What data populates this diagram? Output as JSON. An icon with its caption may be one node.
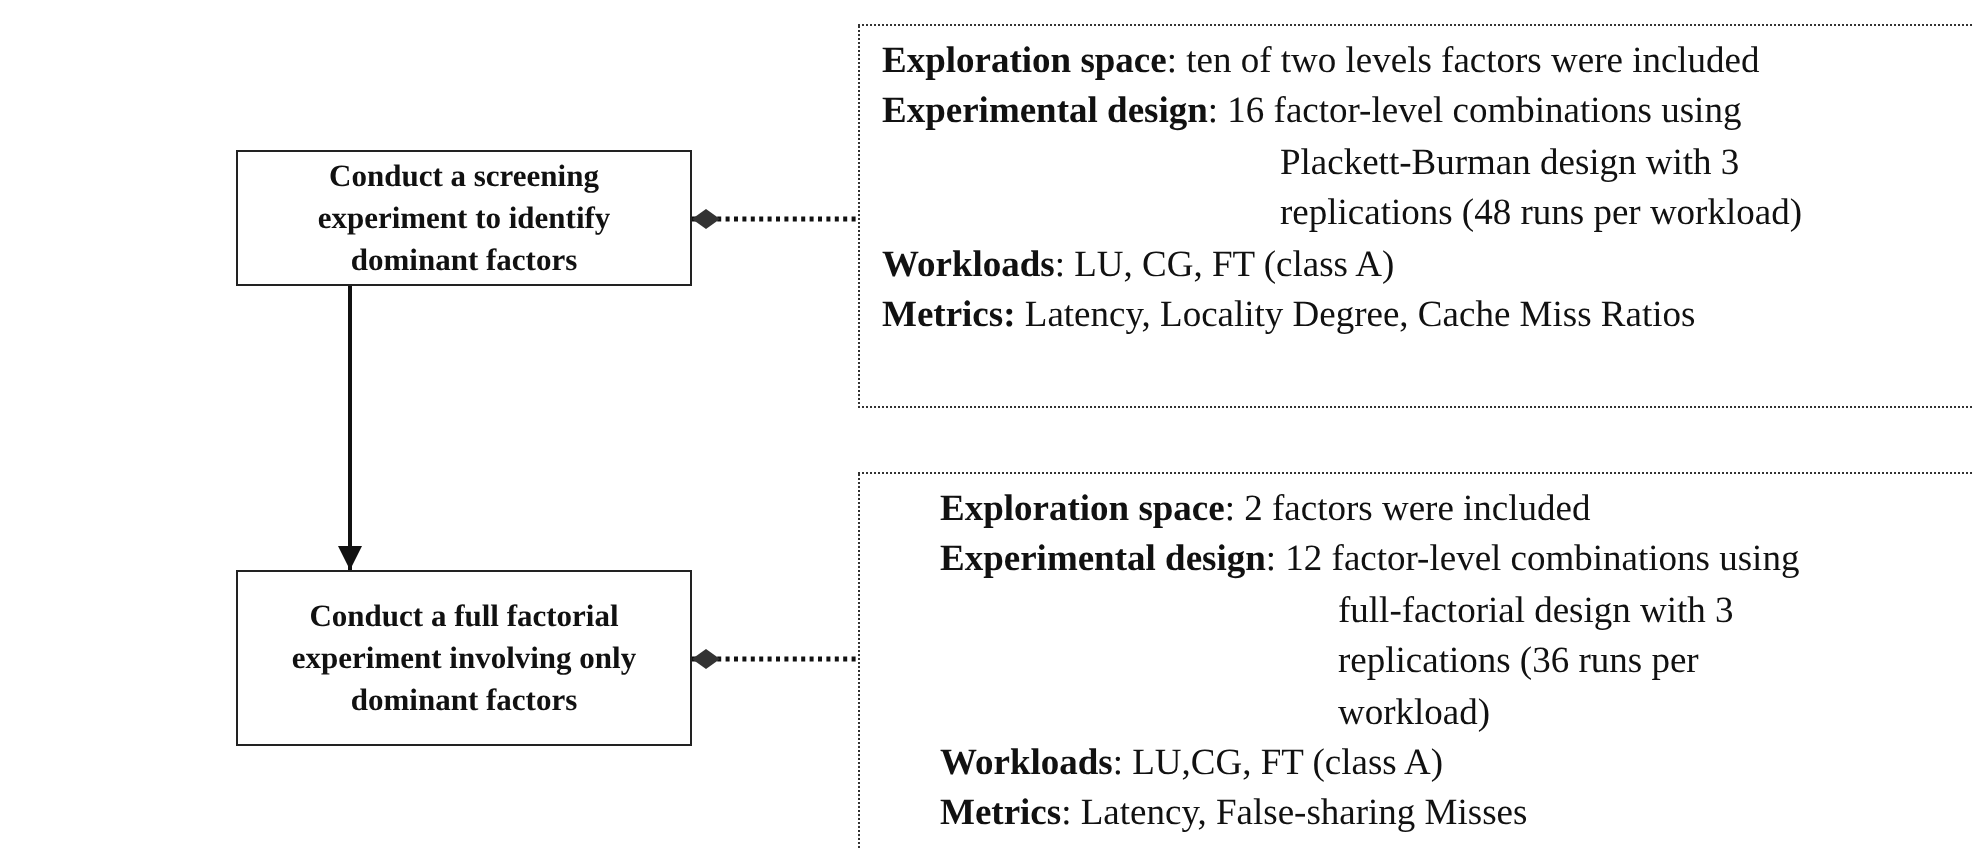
{
  "diagram": {
    "nodes": [
      {
        "text": [
          "Conduct a screening experiment to identify dominant factors"
        ]
      },
      {
        "text": [
          "**Exploration space**: ten of two levels factors were included",
          "**Experimental design**: 16 factor-level combinations using Plackett-Burman design with 3 replications (48 runs per workload)",
          "**Workloads**: LU, CG, FT (class A)",
          "**Metrics:** Latency, Locality Degree, Cache Miss Ratios"
        ]
      },
      {
        "text": [
          "Conduct a full factorial experiment involving only dominant factors"
        ]
      },
      {
        "text": [
          "**Exploration space**: 2 factors were included",
          "**Experimental design**: 12 factor-level combinations using full-factorial design with 3 replications (36 runs per workload)",
          "**Workloads**: LU,CG, FT (class A)",
          "**Metrics**: Latency, False-sharing Misses"
        ]
      }
    ],
    "edges": [
      {
        "from": 0,
        "to": 2,
        "arrow": "to"
      },
      {
        "from": 0,
        "to": 1,
        "arrow": "other",
        "style": "dashed"
      },
      {
        "from": 2,
        "to": 3,
        "arrow": "other",
        "style": "dashed"
      }
    ]
  }
}
